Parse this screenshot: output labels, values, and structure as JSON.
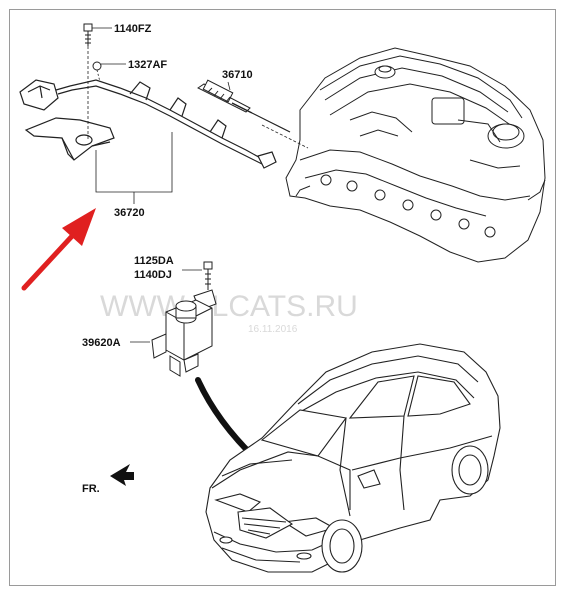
{
  "part_labels": {
    "p1140fz": "1140FZ",
    "p1327af": "1327AF",
    "p36710": "36710",
    "p36720": "36720",
    "p1125da": "1125DA",
    "p1140dj": "1140DJ",
    "p39620a": "39620A"
  },
  "front_indicator": "FR.",
  "watermark": {
    "site": "WWW.ELCATS.RU",
    "date": "16.11.2016"
  },
  "colors": {
    "arrow": "#e02020",
    "lines": "#222222",
    "watermark": "#d9d9d9"
  }
}
